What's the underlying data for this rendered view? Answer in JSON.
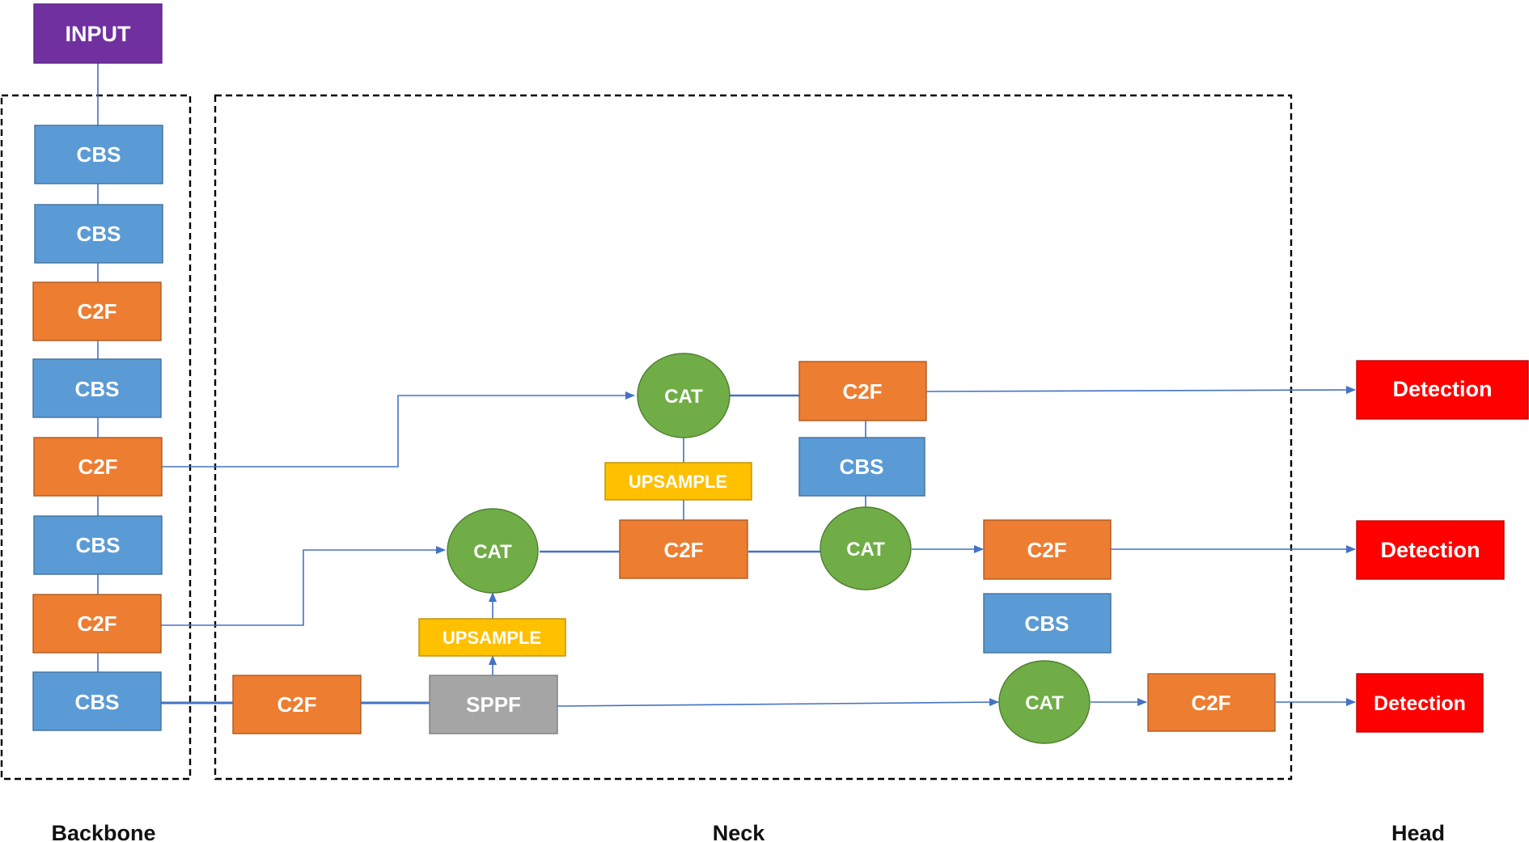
{
  "sections": {
    "backbone": "Backbone",
    "neck": "Neck",
    "head": "Head"
  },
  "colors": {
    "input": "#7030A0",
    "cbs": "#5B9BD5",
    "c2f": "#ED7D31",
    "cat": "#70AD47",
    "upsample": "#FFC000",
    "sppf": "#A5A5A5",
    "detection": "#FF0000",
    "edge": "#4472C4"
  },
  "nodes": {
    "input": "INPUT",
    "bb_cbs_1": "CBS",
    "bb_cbs_2": "CBS",
    "bb_c2f_1": "C2F",
    "bb_cbs_3": "CBS",
    "bb_c2f_2": "C2F",
    "bb_cbs_4": "CBS",
    "bb_c2f_3": "C2F",
    "bb_cbs_5": "CBS",
    "nk_c2f_in": "C2F",
    "nk_sppf": "SPPF",
    "nk_upsample_1": "UPSAMPLE",
    "nk_cat_1": "CAT",
    "nk_c2f_mid": "C2F",
    "nk_upsample_2": "UPSAMPLE",
    "nk_cat_top": "CAT",
    "nk_c2f_top": "C2F",
    "nk_cbs_top": "CBS",
    "nk_cat_mid": "CAT",
    "nk_c2f_out_mid": "C2F",
    "nk_cbs_mid": "CBS",
    "nk_cat_bot": "CAT",
    "nk_c2f_out_bot": "C2F",
    "det_1": "Detection",
    "det_2": "Detection",
    "det_3": "Detection"
  }
}
